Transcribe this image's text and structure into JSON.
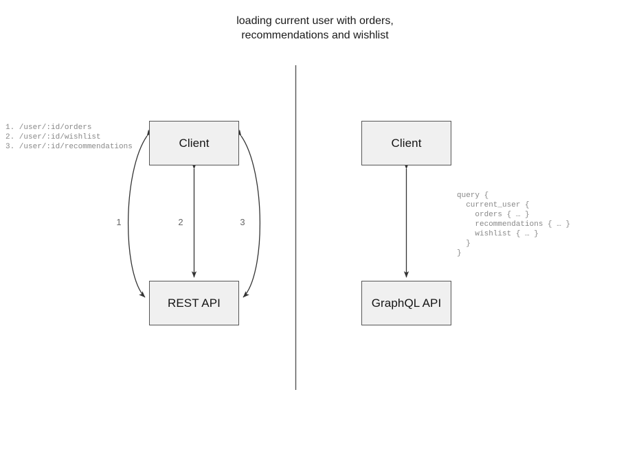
{
  "diagram": {
    "title": "loading current user with orders,\nrecommendations and wishlist",
    "divider_label": "vertical-divider",
    "left_panel": {
      "name": "rest-approach",
      "nodes": {
        "client": "Client",
        "api": "REST API"
      },
      "endpoints_code": "1. /user/:id/orders\n2. /user/:id/wishlist\n3. /user/:id/recommendations",
      "endpoints": [
        {
          "number": "1.",
          "path": "/user/:id/orders"
        },
        {
          "number": "2.",
          "path": "/user/:id/wishlist"
        },
        {
          "number": "3.",
          "path": "/user/:id/recommendations"
        }
      ],
      "edges": [
        {
          "label": "1",
          "shape": "curve-left",
          "arrows": "both"
        },
        {
          "label": "2",
          "shape": "straight",
          "arrows": "both"
        },
        {
          "label": "3",
          "shape": "curve-right",
          "arrows": "both"
        }
      ]
    },
    "right_panel": {
      "name": "graphql-approach",
      "nodes": {
        "client": "Client",
        "api": "GraphQL API"
      },
      "query_code": "query {\n  current_user {\n    orders { … }\n    recommendations { … }\n    wishlist { … }\n  }\n}",
      "edges": [
        {
          "label": "",
          "shape": "straight",
          "arrows": "both"
        }
      ]
    },
    "colors": {
      "box_fill": "#f0f0f0",
      "box_border": "#555555",
      "stroke": "#333333",
      "code_text": "#888888",
      "label_text": "#666666",
      "title_text": "#1a1a1a"
    }
  }
}
